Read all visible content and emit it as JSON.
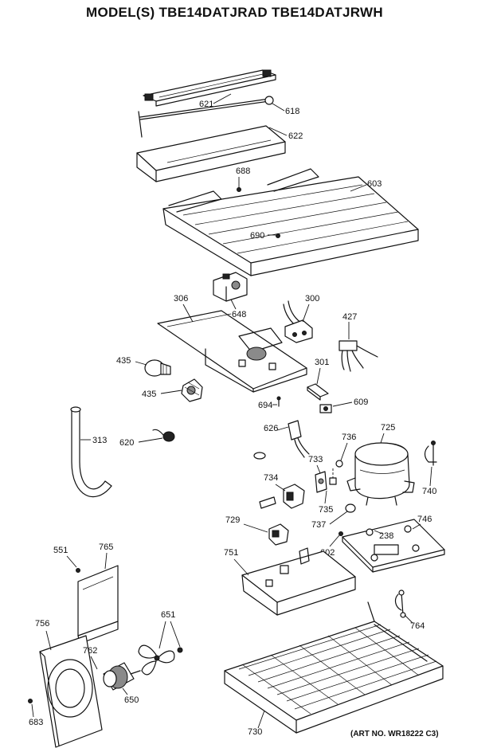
{
  "header": {
    "title": "MODEL(S) TBE14DATJRAD  TBE14DATJRWH"
  },
  "footer": {
    "art_number": "(ART NO. WR18222 C3)"
  },
  "callouts": {
    "c621": "621",
    "c618": "618",
    "c622": "622",
    "c688": "688",
    "c603": "603",
    "c690": "690",
    "c648": "648",
    "c306": "306",
    "c300": "300",
    "c427": "427",
    "c435a": "435",
    "c435b": "435",
    "c301": "301",
    "c694": "694",
    "c609": "609",
    "c313": "313",
    "c620": "620",
    "c626": "626",
    "c736": "736",
    "c725": "725",
    "c733": "733",
    "c734": "734",
    "c740": "740",
    "c735": "735",
    "c729": "729",
    "c737": "737",
    "c238": "238",
    "c746": "746",
    "c602": "602",
    "c551": "551",
    "c765": "765",
    "c751": "751",
    "c651": "651",
    "c756": "756",
    "c762": "762",
    "c764": "764",
    "c650": "650",
    "c683": "683",
    "c730": "730"
  }
}
